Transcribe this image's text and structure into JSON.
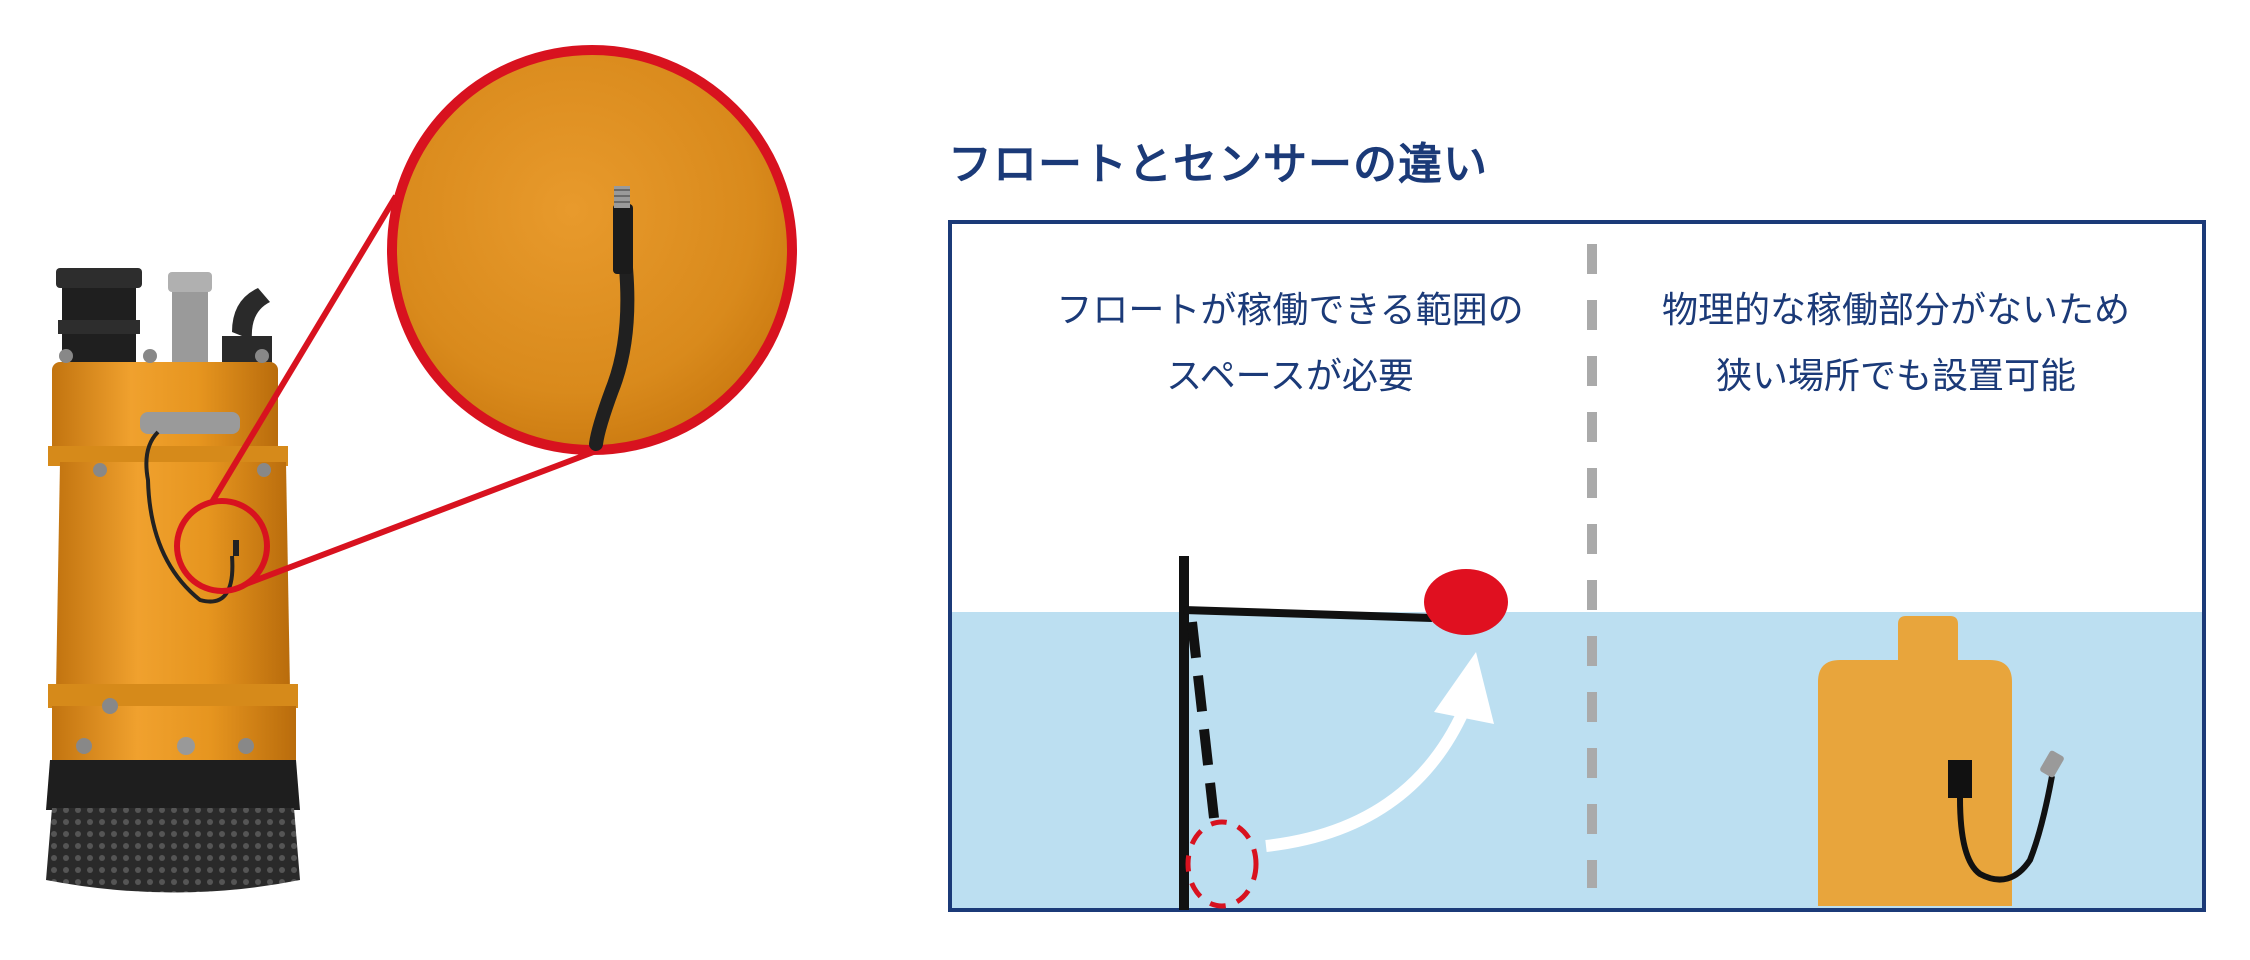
{
  "heading": "フロートとセンサーの違い",
  "left_panel": {
    "line1": "フロートが稼働できる範囲の",
    "line2": "スペースが必要"
  },
  "right_panel": {
    "line1": "物理的な稼働部分がないため",
    "line2": "狭い場所でも設置可能"
  },
  "colors": {
    "heading_text": "#1b3a78",
    "frame_border": "#1b3a78",
    "water": "#bcdff1",
    "float": "#e01020",
    "highlight_circle": "#d8121f",
    "pump_body": "#e8a53c",
    "divider": "#aaaaaa"
  },
  "icons": {
    "pump_photo": "submersible-pump-image",
    "sensor_zoom": "sensor-zoom-circle",
    "float_switch": "float-switch-diagram",
    "sensor_pump": "sensor-pump-diagram"
  }
}
